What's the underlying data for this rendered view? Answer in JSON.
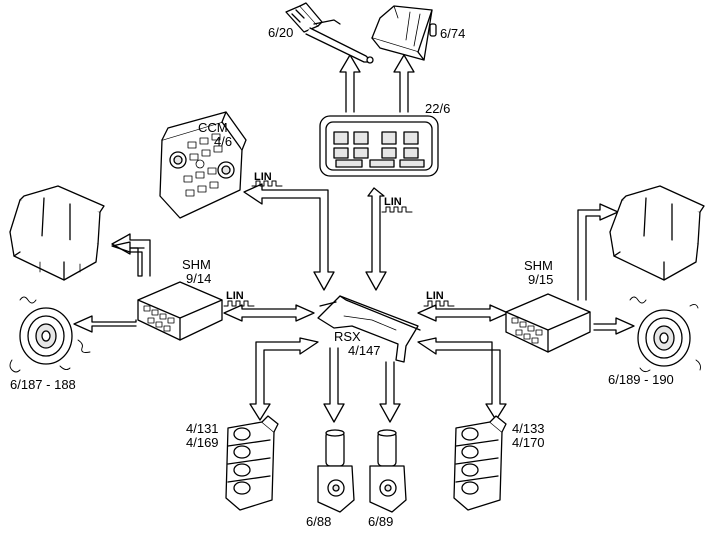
{
  "labels": {
    "rsx_name": "RSX",
    "rsx_ref": "4/147",
    "ccm_name": "CCM",
    "ccm_ref": "4/6",
    "panel_ref": "22/6",
    "antenna_ref": "6/20",
    "blind_ref": "6/74",
    "shm_left_name": "SHM",
    "shm_left_ref": "9/14",
    "shm_right_name": "SHM",
    "shm_right_ref": "9/15",
    "heater_left_ref": "6/187 - 188",
    "heater_right_ref": "6/189 - 190",
    "valves_left_ref1": "4/131",
    "valves_left_ref2": "4/169",
    "valves_right_ref1": "4/133",
    "valves_right_ref2": "4/170",
    "motor_left_ref": "6/88",
    "motor_right_ref": "6/89"
  },
  "bus": {
    "lin_label": "LIN"
  },
  "colors": {
    "line": "#000000",
    "fill": "#ffffff",
    "shade": "#e6e6e6"
  }
}
